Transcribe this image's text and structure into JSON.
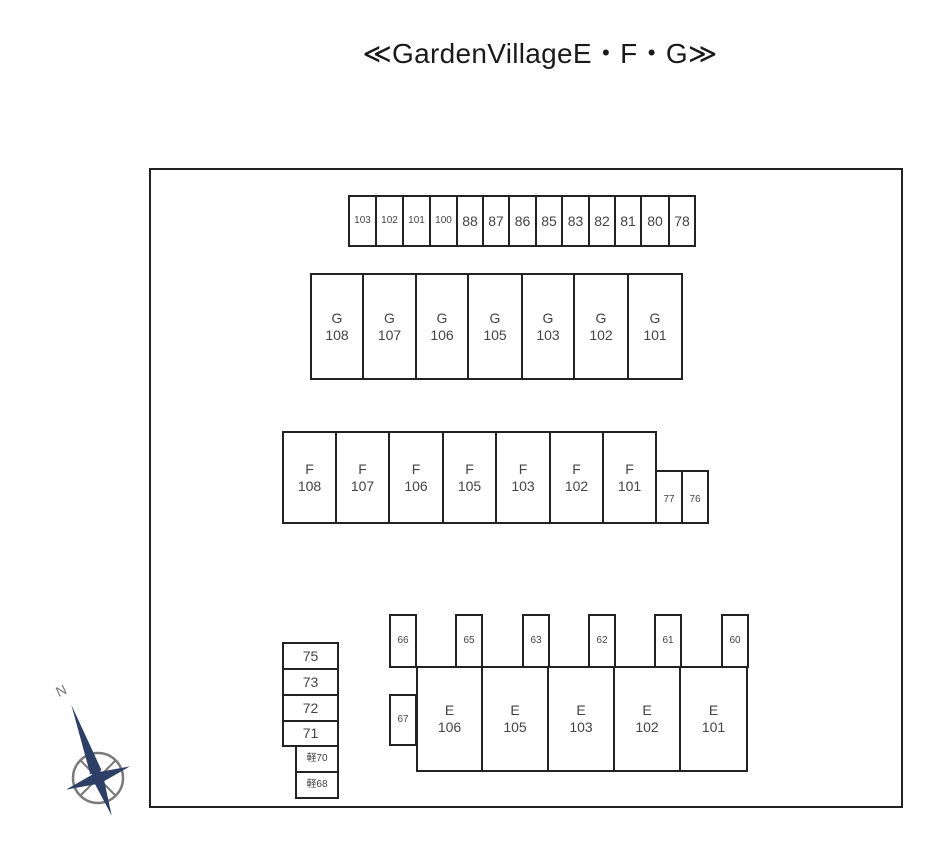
{
  "title": "≪GardenVillageE・F・G≫",
  "top_parking_row": [
    "103",
    "102",
    "101",
    "100",
    "88",
    "87",
    "86",
    "85",
    "83",
    "82",
    "81",
    "80",
    "78"
  ],
  "building_g": {
    "units": [
      "G\n108",
      "G\n107",
      "G\n106",
      "G\n105",
      "G\n103",
      "G\n102",
      "G\n101"
    ]
  },
  "building_f": {
    "units": [
      "F\n108",
      "F\n107",
      "F\n106",
      "F\n105",
      "F\n103",
      "F\n102",
      "F\n101"
    ],
    "side_parking": [
      "77",
      "76"
    ]
  },
  "building_e": {
    "units": [
      "E\n106",
      "E\n105",
      "E\n103",
      "E\n102",
      "E\n101"
    ],
    "front_parking": [
      "66",
      "65",
      "63",
      "62",
      "61",
      "60"
    ],
    "side_parking": [
      "67"
    ]
  },
  "left_parking": {
    "standard": [
      "75",
      "73",
      "72",
      "71"
    ],
    "kei": [
      "軽70",
      "軽68"
    ]
  },
  "compass": {
    "label": "N",
    "color": "#2e3f66"
  }
}
